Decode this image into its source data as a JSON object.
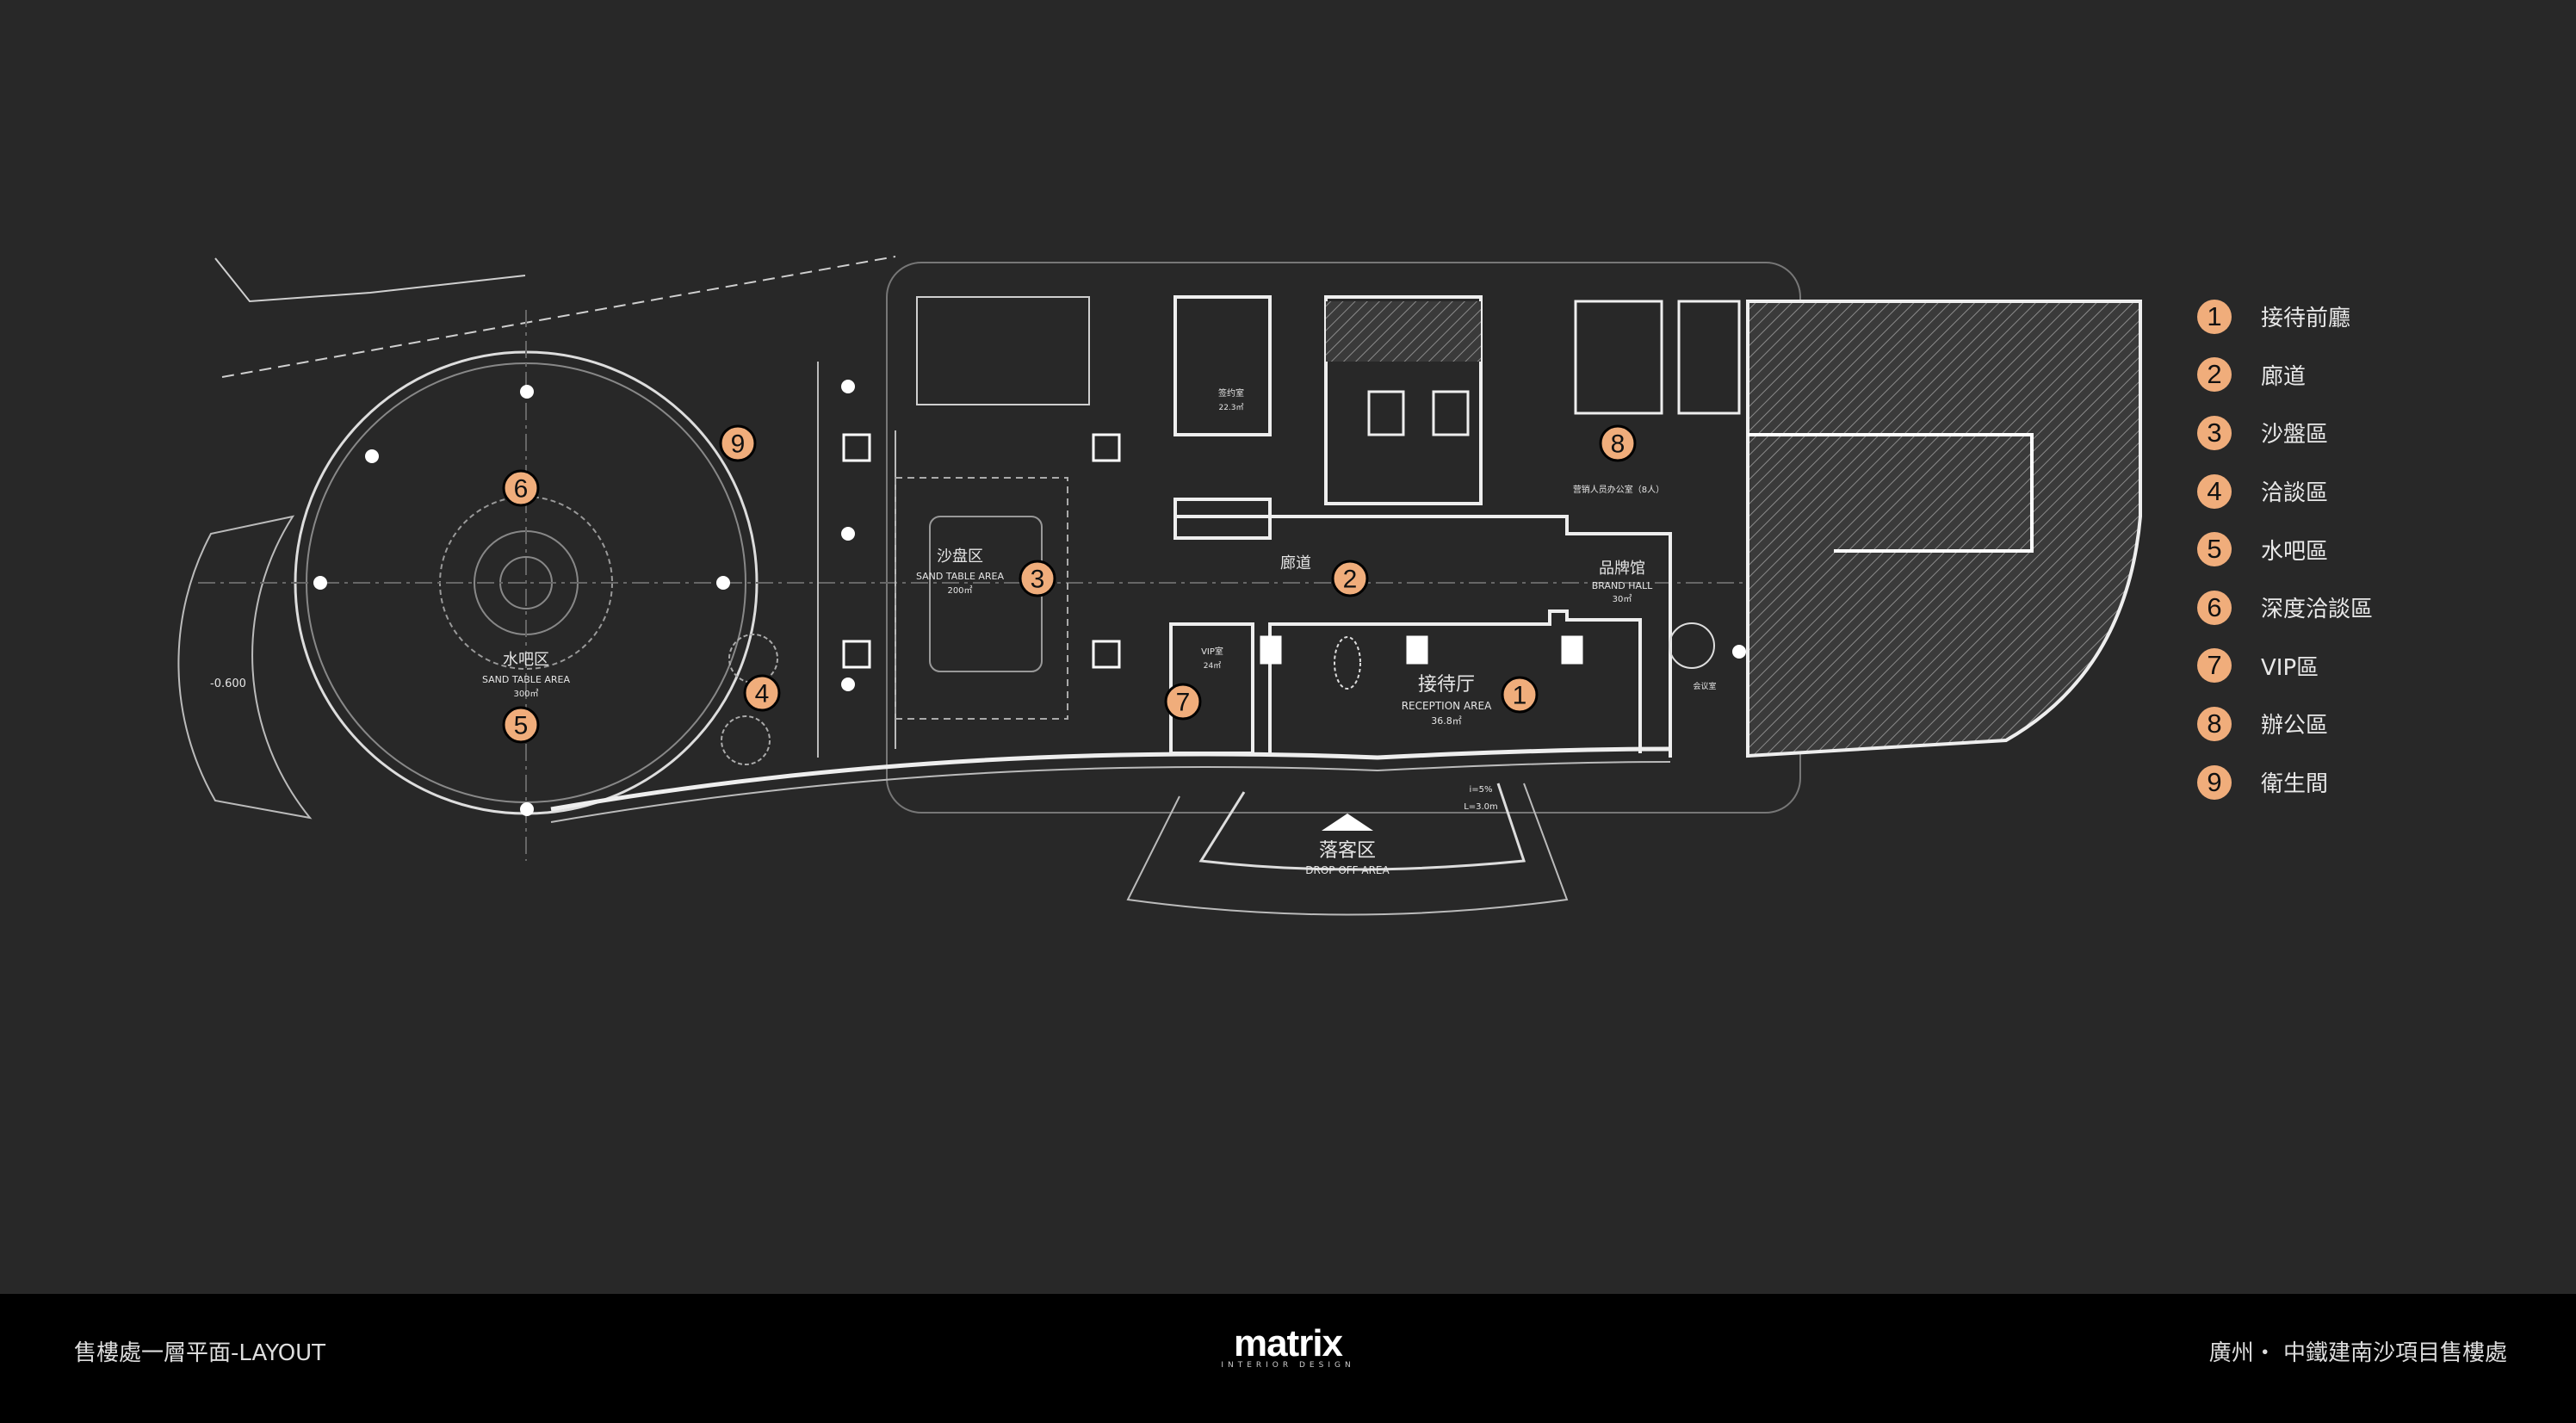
{
  "legend": [
    {
      "num": "1",
      "label": "接待前廳"
    },
    {
      "num": "2",
      "label": "廊道"
    },
    {
      "num": "3",
      "label": "沙盤區"
    },
    {
      "num": "4",
      "label": "洽談區"
    },
    {
      "num": "5",
      "label": "水吧區"
    },
    {
      "num": "6",
      "label": "深度洽談區"
    },
    {
      "num": "7",
      "label": "VIP區"
    },
    {
      "num": "8",
      "label": "辦公區"
    },
    {
      "num": "9",
      "label": "衛生間"
    }
  ],
  "plan_labels": {
    "reception_cn": "接待厅",
    "reception_en": "RECEPTION AREA",
    "reception_area": "36.8㎡",
    "dropoff_cn": "落客区",
    "dropoff_en": "DROP OFF AREA",
    "brand_cn": "品牌馆",
    "brand_en": "BRAND HALL",
    "brand_area": "30㎡",
    "corridor_cn": "廊道",
    "sand_cn": "沙盘区",
    "sand_en": "SAND TABLE AREA",
    "sand_area": "200㎡",
    "bar_cn": "水吧区",
    "bar_en": "SAND TABLE AREA",
    "bar_area": "300㎡",
    "vip_cn": "VIP室",
    "vip_area": "24㎡",
    "sign_cn": "签约室",
    "sign_area": "22.3㎡",
    "office_cn": "营销人员办公室（8人）",
    "meeting_cn": "会议室",
    "slope": "i=5%",
    "length": "L=3.0m",
    "level": "-0.600"
  },
  "colors": {
    "marker": "#f0ad7b",
    "background": "#282828",
    "footer": "#000000"
  },
  "footer": {
    "left": "售樓處一層平面-LAYOUT",
    "logo": "matrix",
    "logo_sub": "INTERIOR DESIGN",
    "right": "廣州・ 中鐵建南沙項目售樓處"
  }
}
